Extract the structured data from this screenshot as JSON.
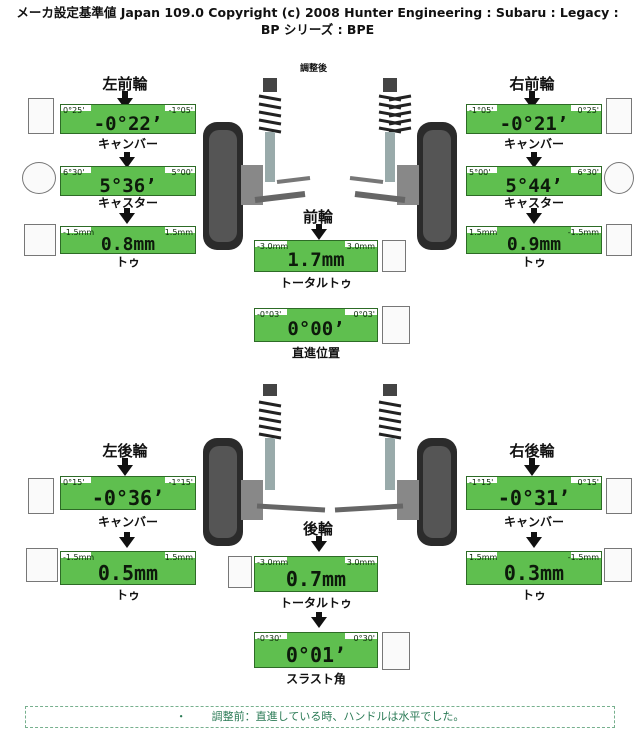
{
  "header": {
    "line1": "メーカ設定基準値 Japan 109.0 Copyright (c) 2008 Hunter Engineering : Subaru : Legacy :",
    "line2": "BP シリーズ : BPE",
    "subtitle": "調整後"
  },
  "front": {
    "left_title": "左前輪",
    "right_title": "右前輪",
    "center_title": "前輪",
    "left": [
      {
        "min": "0°25'",
        "max": "-1°05'",
        "value": "-0°22’",
        "label": "キャンバー",
        "icon": "camber-diagram-icon"
      },
      {
        "min": "6°30'",
        "max": "5°00'",
        "value": "5°36’",
        "label": "キャスター",
        "icon": "caster-diagram-icon"
      },
      {
        "min": "-1.5mm",
        "max": "1.5mm",
        "value": "0.8mm",
        "label": "トゥ",
        "icon": "toe-diagram-icon"
      }
    ],
    "right": [
      {
        "min": "-1°05'",
        "max": "0°25'",
        "value": "-0°21’",
        "label": "キャンバー",
        "icon": "camber-diagram-icon"
      },
      {
        "min": "5°00'",
        "max": "6°30'",
        "value": "5°44’",
        "label": "キャスター",
        "icon": "caster-diagram-icon"
      },
      {
        "min": "1.5mm",
        "max": "-1.5mm",
        "value": "0.9mm",
        "label": "トゥ",
        "icon": "toe-diagram-icon"
      }
    ],
    "center": [
      {
        "min": "-3.0mm",
        "max": "3.0mm",
        "value": "1.7mm",
        "label": "トータルトゥ",
        "icon": "total-toe-diagram-icon"
      },
      {
        "min": "-0°03'",
        "max": "0°03'",
        "value": "0°00’",
        "label": "直進位置",
        "icon": "straight-ahead-diagram-icon"
      }
    ]
  },
  "rear": {
    "left_title": "左後輪",
    "right_title": "右後輪",
    "center_title": "後輪",
    "left": [
      {
        "min": "0°15'",
        "max": "-1°15'",
        "value": "-0°36’",
        "label": "キャンバー",
        "icon": "camber-diagram-icon"
      },
      {
        "min": "-1.5mm",
        "max": "1.5mm",
        "value": "0.5mm",
        "label": "トゥ",
        "icon": "toe-diagram-icon"
      }
    ],
    "right": [
      {
        "min": "-1°15'",
        "max": "0°15'",
        "value": "-0°31’",
        "label": "キャンバー",
        "icon": "camber-diagram-icon"
      },
      {
        "min": "1.5mm",
        "max": "-1.5mm",
        "value": "0.3mm",
        "label": "トゥ",
        "icon": "toe-diagram-icon"
      }
    ],
    "center": [
      {
        "min": "-3.0mm",
        "max": "3.0mm",
        "value": "0.7mm",
        "label": "トータルトゥ",
        "icon": "total-toe-diagram-icon"
      },
      {
        "min": "-0°30'",
        "max": "0°30'",
        "value": "0°01’",
        "label": "スラスト角",
        "icon": "thrust-angle-diagram-icon"
      }
    ]
  },
  "footer": {
    "bullet": "・",
    "note": "調整前：直進している時、ハンドルは水平でした。"
  },
  "colors": {
    "gauge_green": "#5fbf4f",
    "footer_text": "#2a7a55"
  }
}
